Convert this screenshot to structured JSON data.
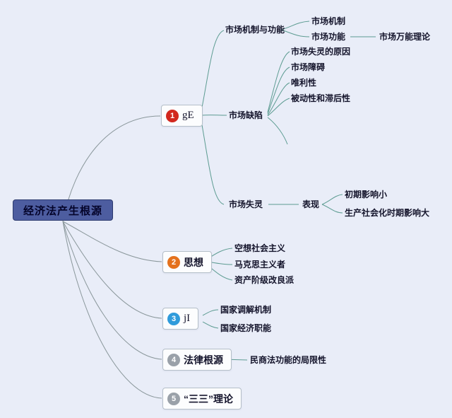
{
  "canvas_bg": "#e9edf8",
  "line_colors": {
    "gray": "#8a979b",
    "teal": "#5d9c92"
  },
  "root": {
    "label": "经济法产生根源",
    "bg": "#4d5da0"
  },
  "branches": [
    {
      "index": "1",
      "label": "gE",
      "badge_color": "#d2281e"
    },
    {
      "index": "2",
      "label": "思想",
      "badge_color": "#e4711d"
    },
    {
      "index": "3",
      "label": "jI",
      "badge_color": "#2f9bdb"
    },
    {
      "index": "4",
      "label": "法律根源",
      "badge_color": "#9aa1a9"
    },
    {
      "index": "5",
      "label": "“三三”理论",
      "badge_color": "#9aa1a9"
    }
  ],
  "topics": {
    "market_mech_func": "市场机制与功能",
    "market_mechanism": "市场机制",
    "market_function": "市场功能",
    "market_almighty": "市场万能理论",
    "failure_reason": "市场失灵的原因",
    "market_obstacle": "市场障碍",
    "profit_only": "唯利性",
    "passivity_lag": "被动性和滞后性",
    "market_defect": "市场缺陷",
    "market_failure": "市场失灵",
    "manifestation": "表现",
    "early_small": "初期影响小",
    "social_big": "生产社会化时期影响大",
    "utopian": "空想社会主义",
    "marxist": "马克思主义者",
    "bourgeois": "资产阶级改良派",
    "state_mediation": "国家调解机制",
    "state_econ": "国家经济职能",
    "civil_limit": "民商法功能的局限性"
  }
}
